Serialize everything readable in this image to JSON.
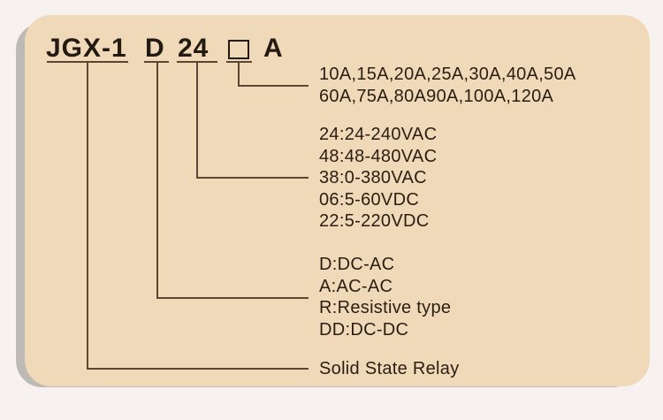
{
  "model_code": {
    "series": "JGX-1",
    "input_type": "D",
    "voltage": "24",
    "current_placeholder": "□",
    "unit": "A"
  },
  "legends": {
    "current": [
      "10A,15A,20A,25A,30A,40A,50A",
      "60A,75A,80A90A,100A,120A"
    ],
    "voltage": [
      "24:24-240VAC",
      "48:48-480VAC",
      "38:0-380VAC",
      "06:5-60VDC",
      "22:5-220VDC"
    ],
    "input_type": [
      "D:DC-AC",
      "A:AC-AC",
      "R:Resistive type",
      "DD:DC-DC"
    ],
    "series": [
      "Solid State Relay"
    ]
  },
  "colors": {
    "card": "#f0d9b8",
    "line": "#5a4632",
    "text": "#2a1d12",
    "background": "#f7f1f0",
    "shadow": "#bdbab6"
  }
}
